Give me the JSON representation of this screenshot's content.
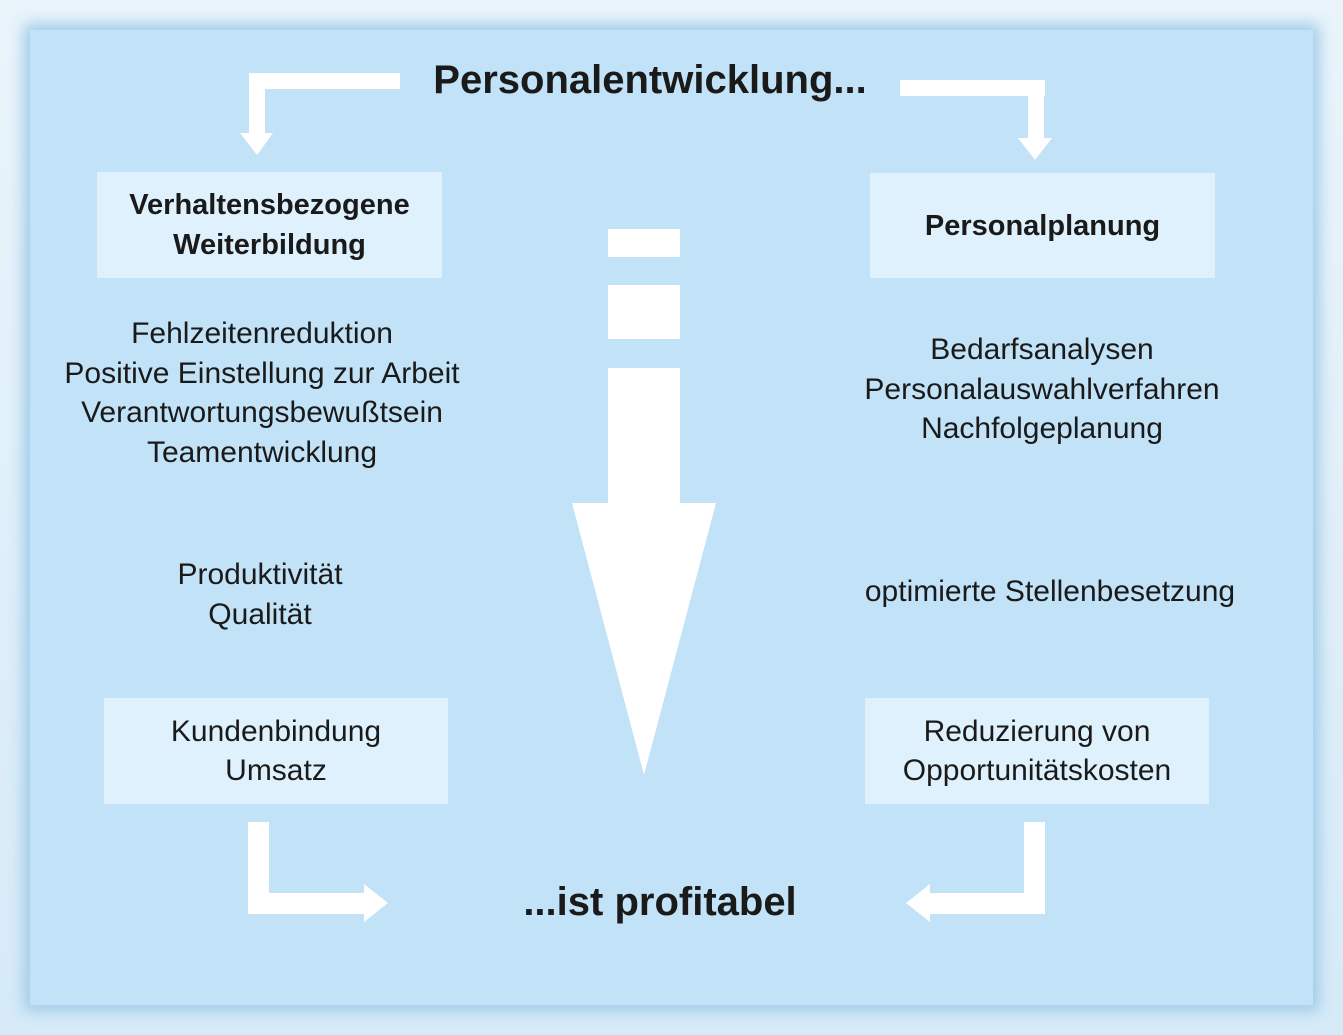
{
  "title": "Personalentwicklung...",
  "footer": "...ist profitabel",
  "left": {
    "header": [
      "Verhaltensbezogene",
      "Weiterbildung"
    ],
    "items": [
      "Fehlzeitenreduktion",
      "Positive Einstellung zur Arbeit",
      "Verantwortungsbewußtsein",
      "Teamentwicklung"
    ],
    "outcomes": [
      "Produktivität",
      "Qualität"
    ],
    "result": [
      "Kundenbindung",
      "Umsatz"
    ]
  },
  "right": {
    "header": "Personalplanung",
    "items": [
      "Bedarfsanalysen",
      "Personalauswahlverfahren",
      "Nachfolgeplanung"
    ],
    "outcome": "optimierte Stellenbesetzung",
    "result": [
      "Reduzierung von",
      "Opportunitätskosten"
    ]
  },
  "colors": {
    "panel": "#c1e2f7",
    "box": "#dff1fc",
    "arrow": "#ffffff",
    "text": "#1a1a1a"
  }
}
